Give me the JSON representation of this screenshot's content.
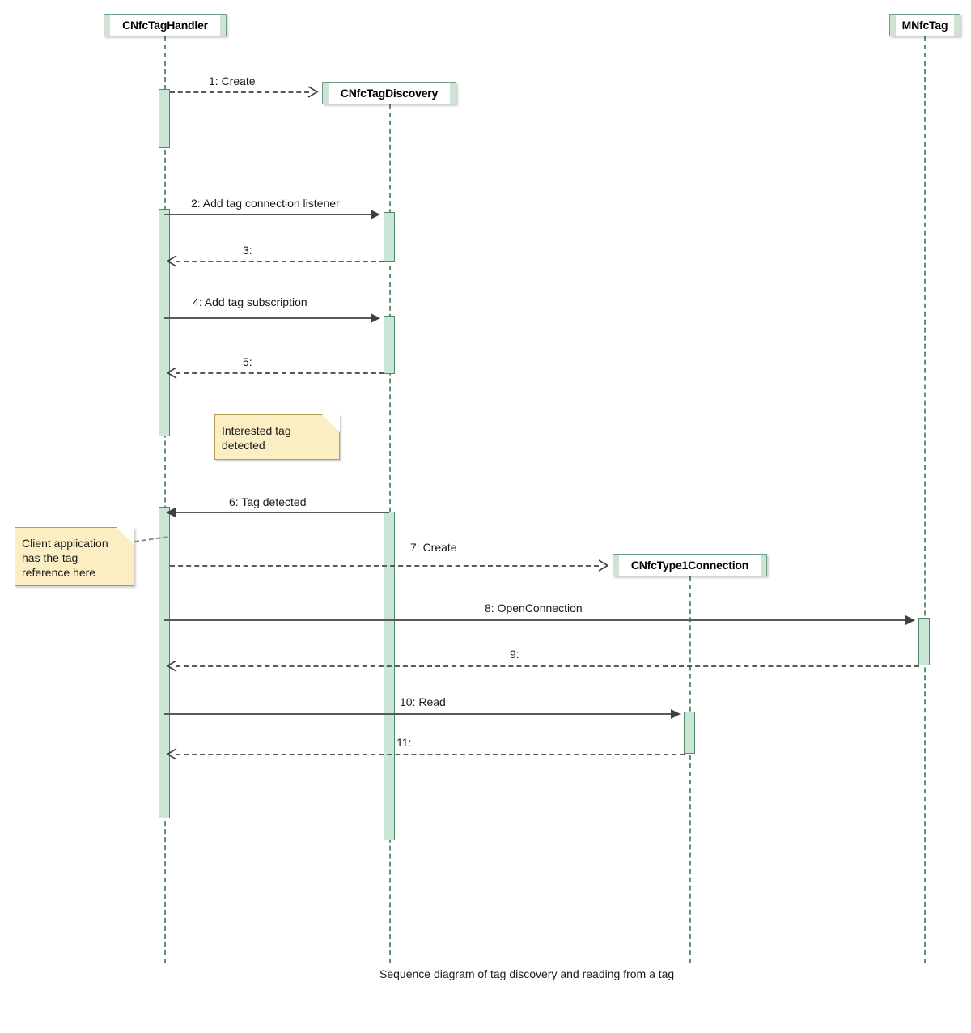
{
  "diagram": {
    "caption": "Sequence diagram of tag discovery and reading from a tag",
    "colors": {
      "lifeline_fill": "#cfe3d4",
      "lifeline_border": "#6f9e86",
      "activation_fill": "#c9e7d4",
      "activation_border": "#4e8a6a",
      "note_fill": "#fbeec3",
      "note_border": "#b69a4e",
      "message_line": "#555a5c"
    },
    "lifelines": [
      {
        "id": "handler",
        "label": "CNfcTagHandler"
      },
      {
        "id": "discovery",
        "label": "CNfcTagDiscovery"
      },
      {
        "id": "connection",
        "label": "CNfcType1Connection"
      },
      {
        "id": "tag",
        "label": "MNfcTag"
      }
    ],
    "messages": [
      {
        "num": "1",
        "label": "1:  Create",
        "from": "handler",
        "to": "discovery",
        "style": "dashed",
        "arrow": "open",
        "dir": "right"
      },
      {
        "num": "2",
        "label": "2:  Add tag connection listener",
        "from": "handler",
        "to": "discovery",
        "style": "solid",
        "arrow": "filled",
        "dir": "right"
      },
      {
        "num": "3",
        "label": "3:",
        "from": "discovery",
        "to": "handler",
        "style": "dashed",
        "arrow": "open",
        "dir": "left"
      },
      {
        "num": "4",
        "label": "4: Add tag subscription",
        "from": "handler",
        "to": "discovery",
        "style": "solid",
        "arrow": "filled",
        "dir": "right"
      },
      {
        "num": "5",
        "label": "5:",
        "from": "discovery",
        "to": "handler",
        "style": "dashed",
        "arrow": "open",
        "dir": "left"
      },
      {
        "num": "6",
        "label": "6:  Tag detected",
        "from": "discovery",
        "to": "handler",
        "style": "solid",
        "arrow": "filled",
        "dir": "left"
      },
      {
        "num": "7",
        "label": "7:  Create",
        "from": "handler",
        "to": "connection",
        "style": "dashed",
        "arrow": "open",
        "dir": "right"
      },
      {
        "num": "8",
        "label": "8:  OpenConnection",
        "from": "handler",
        "to": "tag",
        "style": "solid",
        "arrow": "filled",
        "dir": "right"
      },
      {
        "num": "9",
        "label": "9:",
        "from": "tag",
        "to": "handler",
        "style": "dashed",
        "arrow": "open",
        "dir": "left"
      },
      {
        "num": "10",
        "label": "10:  Read",
        "from": "handler",
        "to": "connection",
        "style": "solid",
        "arrow": "filled",
        "dir": "right"
      },
      {
        "num": "11",
        "label": "11:",
        "from": "connection",
        "to": "handler",
        "style": "dashed",
        "arrow": "open",
        "dir": "left"
      }
    ],
    "notes": [
      {
        "id": "note-interested-tag",
        "lines": [
          "Interested tag",
          "detected"
        ]
      },
      {
        "id": "note-client-app",
        "lines": [
          "Client application",
          "has the tag",
          "reference here"
        ]
      }
    ]
  }
}
